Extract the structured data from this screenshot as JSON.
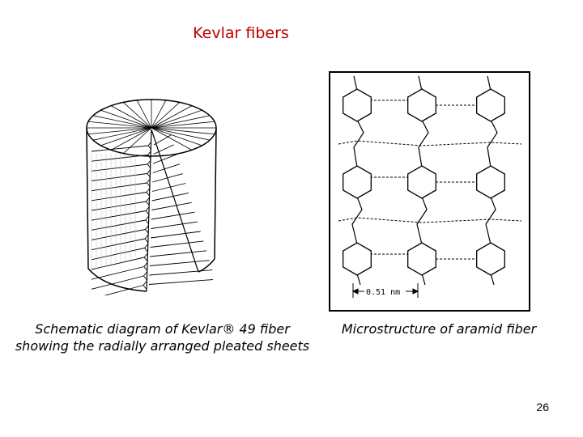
{
  "slide": {
    "title": "Kevlar fibers",
    "page_number": "26",
    "title_color": "#c00000"
  },
  "figures": {
    "left": {
      "caption": "Schematic diagram of Kevlar® 49 fiber showing the radially arranged pleated sheets"
    },
    "right": {
      "caption": "Microstructure of aramid fiber",
      "scale_label": "0.51 nm"
    }
  }
}
